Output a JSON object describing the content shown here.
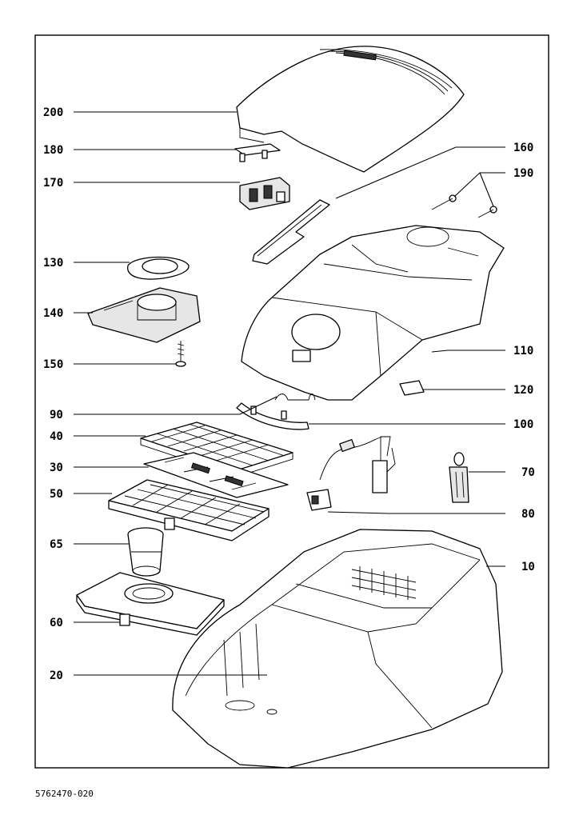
{
  "callouts": {
    "c200": "200",
    "c180": "180",
    "c170": "170",
    "c160": "160",
    "c190": "190",
    "c130": "130",
    "c140": "140",
    "c150": "150",
    "c110": "110",
    "c120": "120",
    "c90": "90",
    "c100": "100",
    "c40": "40",
    "c30": "30",
    "c50": "50",
    "c70": "70",
    "c80": "80",
    "c65": "65",
    "c10": "10",
    "c60": "60",
    "c20": "20"
  },
  "document_id": "5762470-020"
}
